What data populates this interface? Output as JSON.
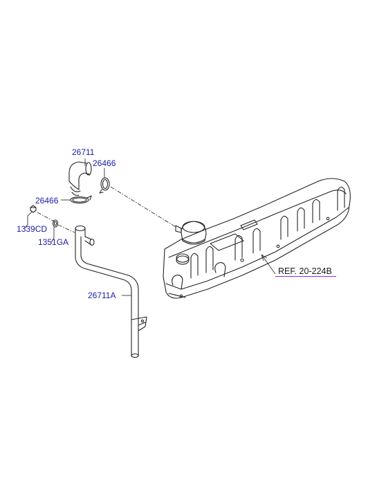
{
  "colors": {
    "part_label": "#1a1aa8",
    "ref_label": "#1a1a1a",
    "ref_underline": "#8a2be2",
    "line": "#222222",
    "leader": "#333333"
  },
  "labels": {
    "hose_upper": "26711",
    "clamp_upper": "26466",
    "clamp_lower": "26466",
    "plug": "1339CD",
    "gasket": "1351GA",
    "pipe": "26711A",
    "reference": "REF. 20-224B"
  }
}
